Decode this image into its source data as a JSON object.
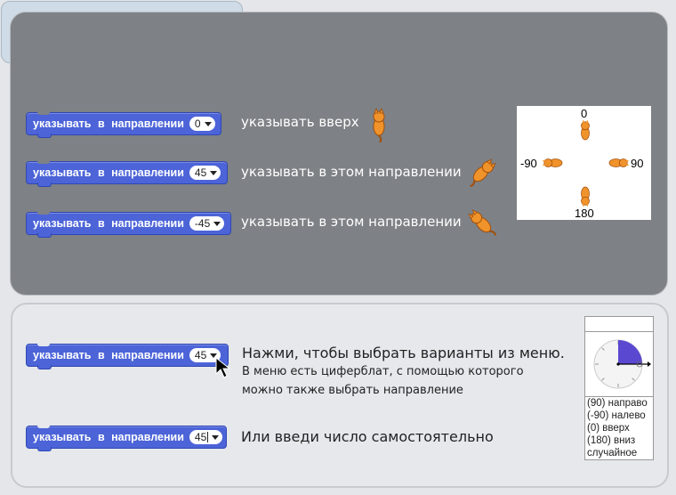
{
  "block_label": "указывать в направлении",
  "header": {
    "dropdown_value": ""
  },
  "examples": [
    {
      "value": "0",
      "caption": "указывать вверх"
    },
    {
      "value": "45",
      "caption": "указывать в этом направлении"
    },
    {
      "value": "-45",
      "caption": "указывать в этом направлении"
    }
  ],
  "compass": {
    "top": "0",
    "left": "-90",
    "right": "90",
    "bottom": "180"
  },
  "interaction": {
    "menu_value": "45",
    "menu_caption_main": "Нажми, чтобы выбрать варианты из меню.",
    "menu_caption_line2": "В меню есть циферблат, с помощью которого",
    "menu_caption_line3": "можно также выбрать направление",
    "typed_value": "45",
    "typed_caption": "Или введи число самостоятельно"
  },
  "menu": {
    "options": [
      "(90) направо",
      "(-90) налево",
      "(0) вверх",
      "(180) вниз",
      "случайное"
    ]
  },
  "colors": {
    "block": "#4c64d8",
    "dark_panel": "#7e8185",
    "cat": "#f0932b",
    "dial_fill": "#5a48d0"
  },
  "icons": [
    "cat-sprite-icon",
    "dropdown-arrow-icon",
    "mouse-pointer-icon",
    "direction-dial-icon"
  ]
}
